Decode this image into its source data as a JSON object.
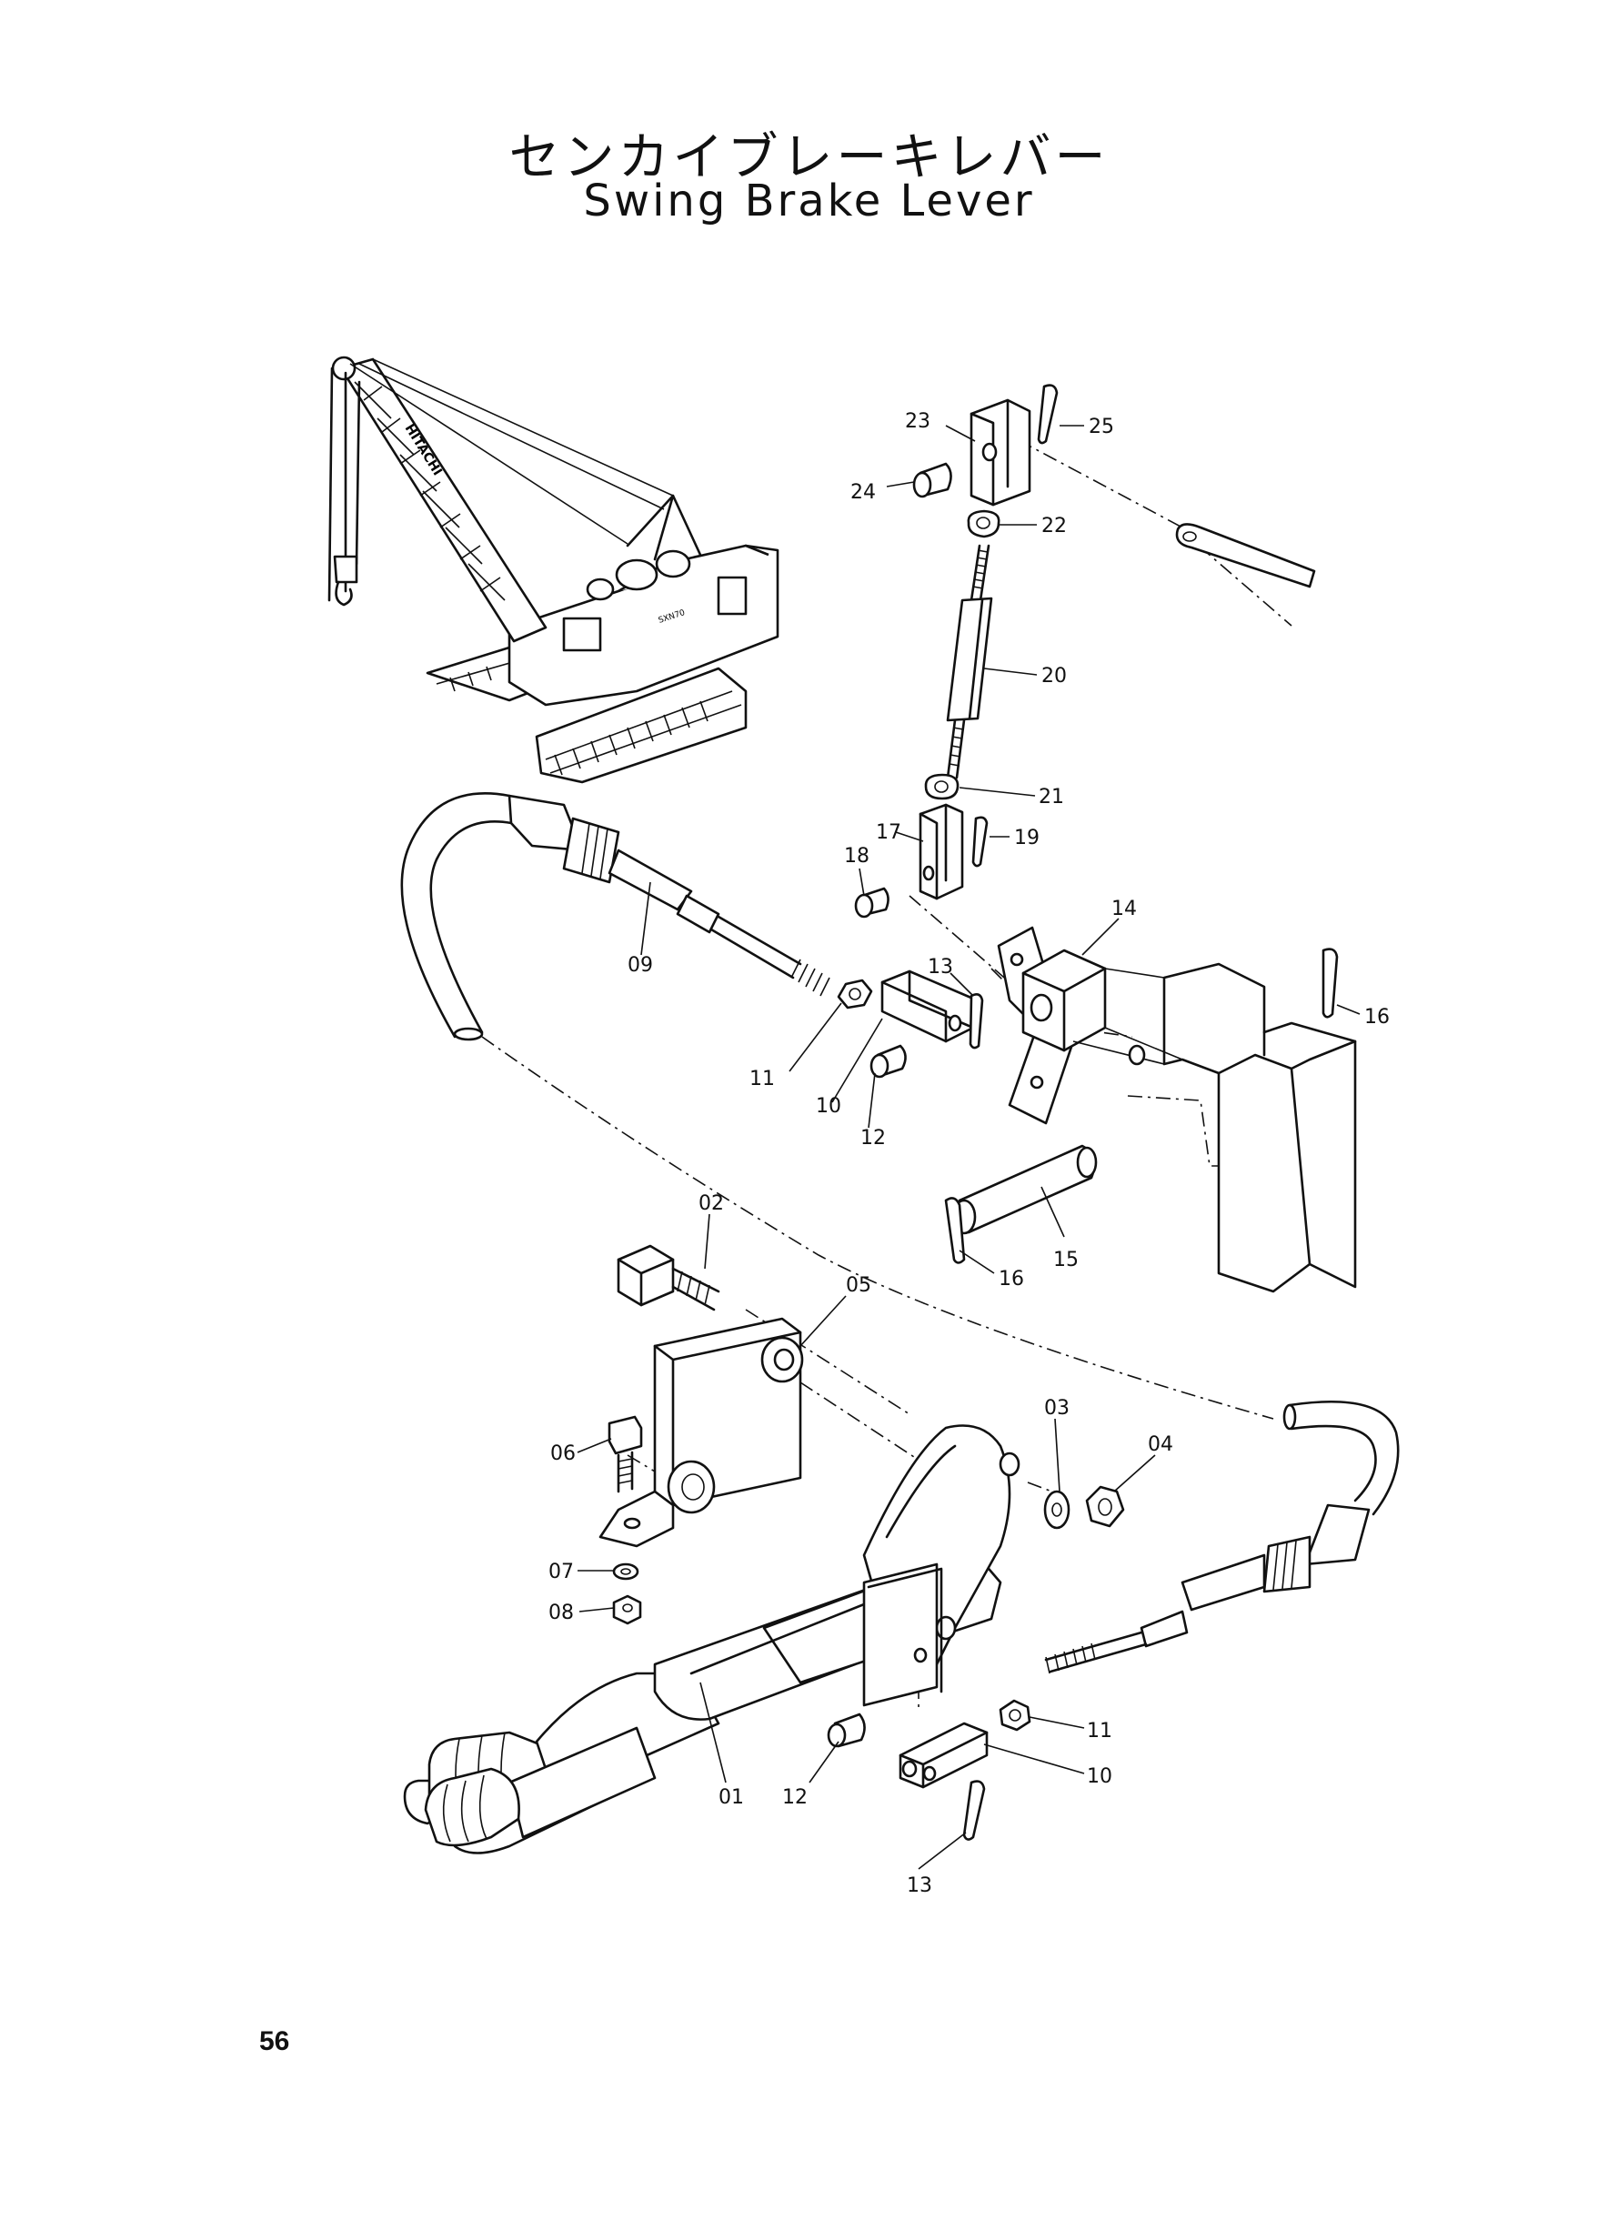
{
  "title": {
    "japanese": "センカイブレーキレバー",
    "english": "Swing Brake Lever"
  },
  "page_number": "56",
  "crane_illustration": {
    "boom_marking": "HITACHI",
    "body_marking": "SXN70"
  },
  "part_labels": [
    {
      "id": "p23",
      "text": "23"
    },
    {
      "id": "p25",
      "text": "25"
    },
    {
      "id": "p24",
      "text": "24"
    },
    {
      "id": "p22",
      "text": "22"
    },
    {
      "id": "p20",
      "text": "20"
    },
    {
      "id": "p21",
      "text": "21"
    },
    {
      "id": "p17",
      "text": "17"
    },
    {
      "id": "p19",
      "text": "19"
    },
    {
      "id": "p18",
      "text": "18"
    },
    {
      "id": "p14",
      "text": "14"
    },
    {
      "id": "p13a",
      "text": "13"
    },
    {
      "id": "p16a",
      "text": "16"
    },
    {
      "id": "p09",
      "text": "09"
    },
    {
      "id": "p11a",
      "text": "11"
    },
    {
      "id": "p10a",
      "text": "10"
    },
    {
      "id": "p12a",
      "text": "12"
    },
    {
      "id": "p15",
      "text": "15"
    },
    {
      "id": "p16b",
      "text": "16"
    },
    {
      "id": "p02",
      "text": "02"
    },
    {
      "id": "p05",
      "text": "05"
    },
    {
      "id": "p03",
      "text": "03"
    },
    {
      "id": "p04",
      "text": "04"
    },
    {
      "id": "p06",
      "text": "06"
    },
    {
      "id": "p07",
      "text": "07"
    },
    {
      "id": "p08",
      "text": "08"
    },
    {
      "id": "p11b",
      "text": "11"
    },
    {
      "id": "p10b",
      "text": "10"
    },
    {
      "id": "p01",
      "text": "01"
    },
    {
      "id": "p12b",
      "text": "12"
    },
    {
      "id": "p13b",
      "text": "13"
    }
  ]
}
